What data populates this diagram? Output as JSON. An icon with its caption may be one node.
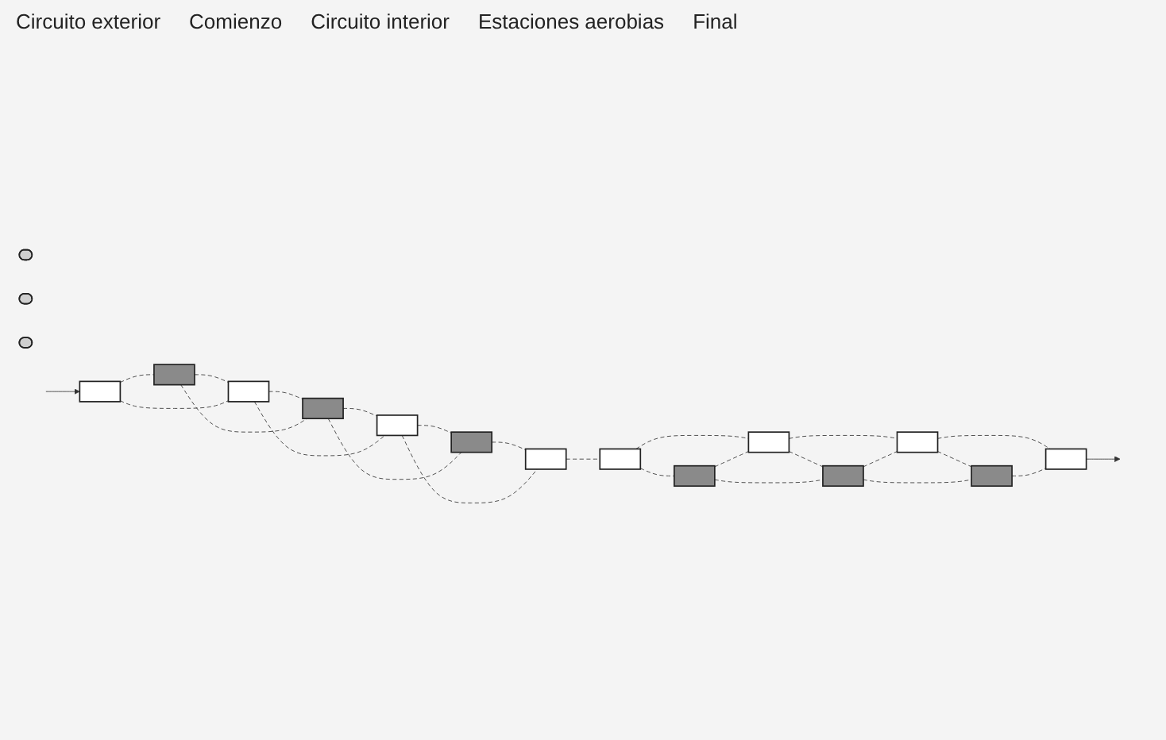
{
  "diagram": {
    "nodes": [
      {
        "text": [],
        "shape": "box"
      },
      {
        "text": [],
        "shape": "box"
      },
      {
        "text": [],
        "shape": "box"
      },
      {
        "text": [],
        "shape": "box"
      },
      {
        "text": [],
        "shape": "box"
      },
      {
        "text": [],
        "shape": "box"
      },
      {
        "text": [],
        "shape": "box"
      },
      {
        "text": [],
        "shape": "ellipse"
      },
      {
        "text": [],
        "shape": "ellipse"
      },
      {
        "text": [],
        "shape": "ellipse"
      },
      {
        "text": [],
        "shape": "box"
      },
      {
        "text": [],
        "shape": "box"
      },
      {
        "text": [],
        "shape": "box"
      },
      {
        "text": [],
        "shape": "box"
      },
      {
        "text": [],
        "shape": "box"
      },
      {
        "text": [],
        "shape": "box"
      },
      {
        "text": [],
        "shape": "box"
      }
    ],
    "edges": [
      {
        "from": null,
        "to": 3,
        "arrow": "to"
      },
      {
        "from": 3,
        "to": 0,
        "arrow": "none",
        "style": "dashed"
      },
      {
        "from": 0,
        "to": 4,
        "arrow": "none",
        "style": "dashed"
      },
      {
        "from": 4,
        "to": 1,
        "arrow": "none",
        "style": "dashed"
      },
      {
        "from": 1,
        "to": 5,
        "arrow": "none",
        "style": "dashed"
      },
      {
        "from": 5,
        "to": 2,
        "arrow": "none",
        "style": "dashed"
      },
      {
        "from": 2,
        "to": 6,
        "arrow": "none",
        "style": "dashed"
      },
      {
        "from": 0,
        "to": 1,
        "arrow": "none",
        "style": "dashed"
      },
      {
        "from": 1,
        "to": 2,
        "arrow": "none",
        "style": "dashed"
      },
      {
        "from": 3,
        "to": 4,
        "arrow": "none",
        "style": "dashed"
      },
      {
        "from": 4,
        "to": 5,
        "arrow": "none",
        "style": "dashed"
      },
      {
        "from": 5,
        "to": 6,
        "arrow": "none",
        "style": "dashed"
      },
      {
        "from": 6,
        "to": 13,
        "arrow": "none",
        "style": "dashed"
      },
      {
        "from": 13,
        "to": 12,
        "arrow": "none",
        "style": "dashed"
      },
      {
        "from": 12,
        "to": 11,
        "arrow": "none",
        "style": "dashed"
      },
      {
        "from": 11,
        "to": 10,
        "arrow": "none",
        "style": "dashed"
      },
      {
        "from": 13,
        "to": 16,
        "arrow": "none",
        "style": "dashed"
      },
      {
        "from": 16,
        "to": 12,
        "arrow": "none",
        "style": "dashed"
      },
      {
        "from": 12,
        "to": 15,
        "arrow": "none",
        "style": "dashed"
      },
      {
        "from": 15,
        "to": 11,
        "arrow": "none",
        "style": "dashed"
      },
      {
        "from": 11,
        "to": 14,
        "arrow": "none",
        "style": "dashed"
      },
      {
        "from": 14,
        "to": 10,
        "arrow": "none",
        "style": "dashed"
      },
      {
        "from": 16,
        "to": 15,
        "arrow": "none",
        "style": "dashed"
      },
      {
        "from": 15,
        "to": 14,
        "arrow": "none",
        "style": "dashed"
      },
      {
        "from": 10,
        "to": null,
        "arrow": "to"
      }
    ],
    "labels": [
      "Circuito exterior",
      "Comienzo",
      "Circuito interior",
      "Estaciones aerobias",
      "Final"
    ]
  }
}
